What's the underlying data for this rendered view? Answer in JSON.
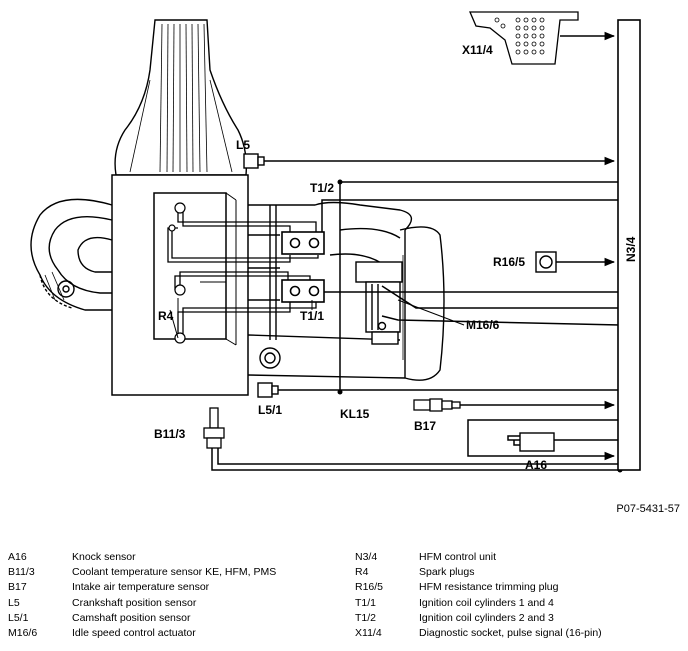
{
  "diagram": {
    "labels": {
      "x11_4": "X11/4",
      "l5": "L5",
      "t1_2": "T1/2",
      "n3_4": "N3/4",
      "r16_5": "R16/5",
      "r4": "R4",
      "t1_1": "T1/1",
      "m16_6": "M16/6",
      "l5_1": "L5/1",
      "kl15": "KL15",
      "b17": "B17",
      "b11_3": "B11/3",
      "a16": "A16"
    },
    "figure_ref": "P07-5431-57"
  },
  "legend": {
    "left": [
      {
        "code": "A16",
        "desc": "Knock sensor"
      },
      {
        "code": "B11/3",
        "desc": "Coolant temperature sensor KE, HFM, PMS"
      },
      {
        "code": "B17",
        "desc": "Intake air temperature sensor"
      },
      {
        "code": "L5",
        "desc": "Crankshaft position sensor"
      },
      {
        "code": "L5/1",
        "desc": "Camshaft position sensor"
      },
      {
        "code": "M16/6",
        "desc": "Idle speed control actuator"
      }
    ],
    "right": [
      {
        "code": "N3/4",
        "desc": "HFM control unit"
      },
      {
        "code": "R4",
        "desc": "Spark plugs"
      },
      {
        "code": "R16/5",
        "desc": "HFM resistance trimming plug"
      },
      {
        "code": "T1/1",
        "desc": "Ignition coil cylinders 1 and 4"
      },
      {
        "code": "T1/2",
        "desc": "Ignition coil cylinders 2 and 3"
      },
      {
        "code": "X11/4",
        "desc": "Diagnostic socket, pulse signal (16-pin)"
      }
    ]
  }
}
